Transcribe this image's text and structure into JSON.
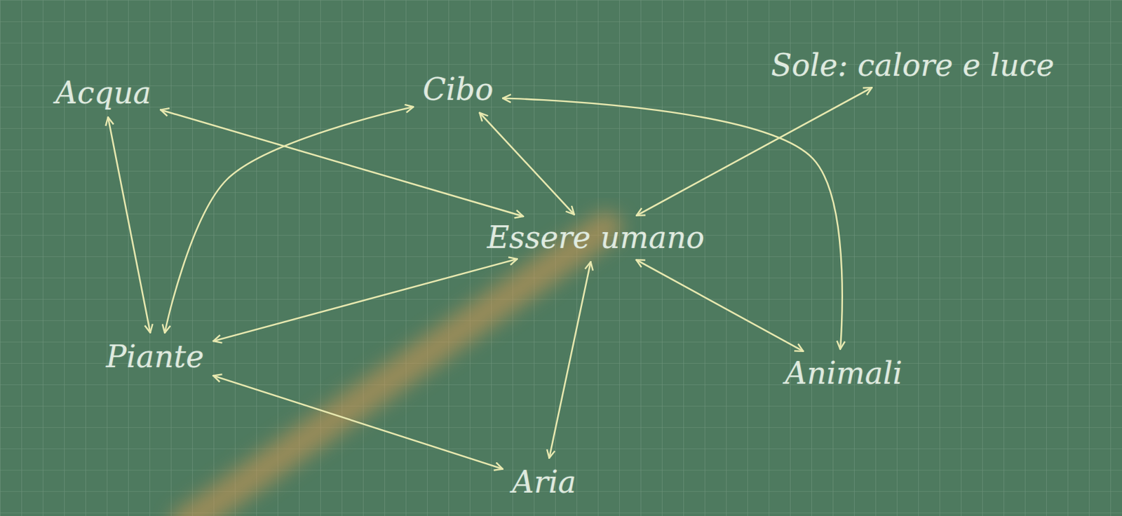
{
  "diagram": {
    "nodes": [
      {
        "text": [
          "Acqua"
        ]
      },
      {
        "text": [
          "Cibo"
        ]
      },
      {
        "text": [
          "Sole: calore e luce"
        ]
      },
      {
        "text": [
          "Essere umano"
        ]
      },
      {
        "text": [
          "Piante"
        ]
      },
      {
        "text": [
          "Animali"
        ]
      },
      {
        "text": [
          "Aria"
        ]
      }
    ],
    "edges": [
      {
        "from": 0,
        "to": 4,
        "arrow": "both"
      },
      {
        "from": 0,
        "to": 3,
        "arrow": "both"
      },
      {
        "from": 1,
        "to": 4,
        "arrow": "both"
      },
      {
        "from": 1,
        "to": 3,
        "arrow": "both"
      },
      {
        "from": 1,
        "to": 5,
        "arrow": "both"
      },
      {
        "from": 2,
        "to": 3,
        "arrow": "both"
      },
      {
        "from": 3,
        "to": 4,
        "arrow": "both"
      },
      {
        "from": 3,
        "to": 6,
        "arrow": "both"
      },
      {
        "from": 3,
        "to": 5,
        "arrow": "both"
      },
      {
        "from": 4,
        "to": 6,
        "arrow": "both"
      }
    ]
  }
}
